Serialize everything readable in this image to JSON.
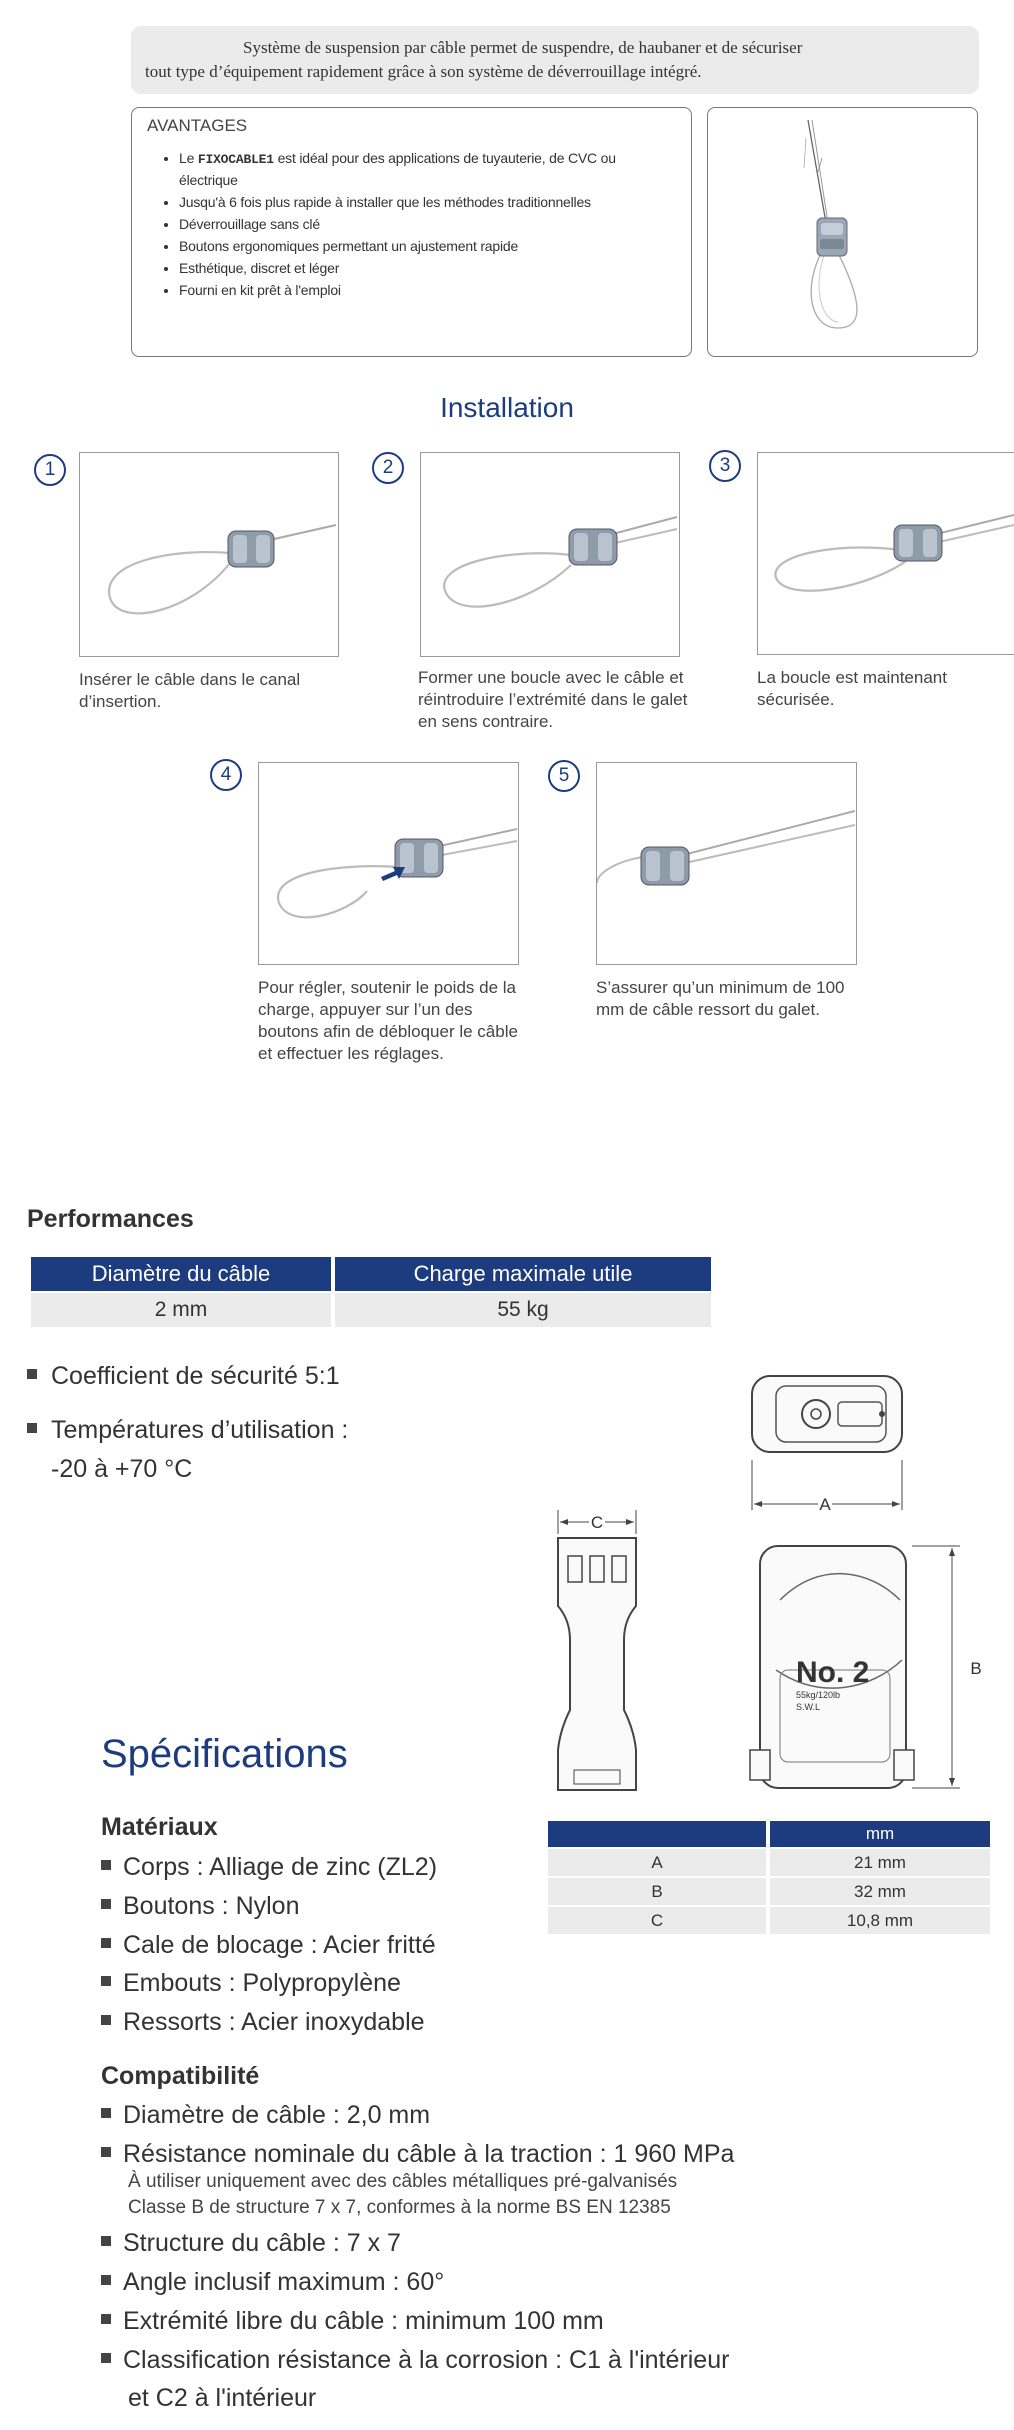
{
  "intro": {
    "line1": "Système de suspension par câble  permet de suspendre, de haubaner et de sécuriser",
    "line2": "tout type d’équipement rapidement grâce à son système de déverrouillage intégré."
  },
  "advantages": {
    "title": "AVANTAGES",
    "first_prefix": "Le ",
    "brand": "FIXOCABLE1",
    "first_suffix": " est idéal pour des applications de tuyauterie, de CVC ou électrique",
    "items": [
      "Jusqu'à 6 fois plus rapide à installer que les méthodes traditionnelles",
      "Déverrouillage sans clé",
      "Boutons ergonomiques permettant un ajustement rapide",
      "Esthétique, discret et léger",
      "Fourni en kit prêt à l'emploi"
    ]
  },
  "installation": {
    "title": "Installation",
    "steps": [
      {
        "num": "1",
        "caption": "Insérer le câble dans le canal d’insertion."
      },
      {
        "num": "2",
        "caption": "Former une boucle avec le câble et réintroduire l’extrémité dans le galet en sens contraire."
      },
      {
        "num": "3",
        "caption": "La boucle est maintenant sécurisée."
      },
      {
        "num": "4",
        "caption": "Pour régler, soutenir le poids de la charge, appuyer sur l’un des boutons afin de débloquer le câble et effectuer les réglages."
      },
      {
        "num": "5",
        "caption": "S’assurer qu’un minimum de 100 mm de câble ressort du galet."
      }
    ]
  },
  "performances": {
    "title": "Performances",
    "headers": [
      "Diamètre du câble",
      "Charge maximale utile"
    ],
    "row": [
      "2 mm",
      "55 kg"
    ],
    "bullet1": "Coefficient de sécurité 5:1",
    "bullet2_line1": "Températures d’utilisation :",
    "bullet2_line2": "-20 à +70 °C"
  },
  "drawing": {
    "label_a": "A",
    "label_b": "B",
    "label_c": "C",
    "part_no": "No. 2",
    "part_load": "55kg/120lb",
    "part_swl": "S.W.L"
  },
  "specifications": {
    "title": "Spécifications",
    "materials_title": "Matériaux",
    "materials": [
      "Corps : Alliage de zinc (ZL2)",
      "Boutons : Nylon",
      "Cale de blocage : Acier fritté",
      "Embouts : Polypropylène",
      "Ressorts : Acier inoxydable"
    ],
    "compat_title": "Compatibilité",
    "compat1": "Diamètre de câble : 2,0 mm",
    "compat2": "Résistance nominale du câble à la traction : 1 960 MPa",
    "compat2_note1": "À utiliser uniquement avec des câbles métalliques pré-galvanisés",
    "compat2_note2": "Classe B de structure 7 x 7, conformes à la norme BS EN 12385",
    "compat3": "Structure du câble : 7 x 7",
    "compat4": "Angle inclusif maximum : 60°",
    "compat5": "Extrémité libre du câble : minimum 100 mm",
    "compat6_line1": "Classification résistance à la corrosion : C1 à l'intérieur",
    "compat6_line2": "et C2 à l'intérieur"
  },
  "dims_table": {
    "header_blank": "",
    "header_unit": "mm",
    "rows": [
      {
        "label": "A",
        "value": "21 mm"
      },
      {
        "label": "B",
        "value": "32 mm"
      },
      {
        "label": "C",
        "value": "10,8 mm"
      }
    ]
  }
}
